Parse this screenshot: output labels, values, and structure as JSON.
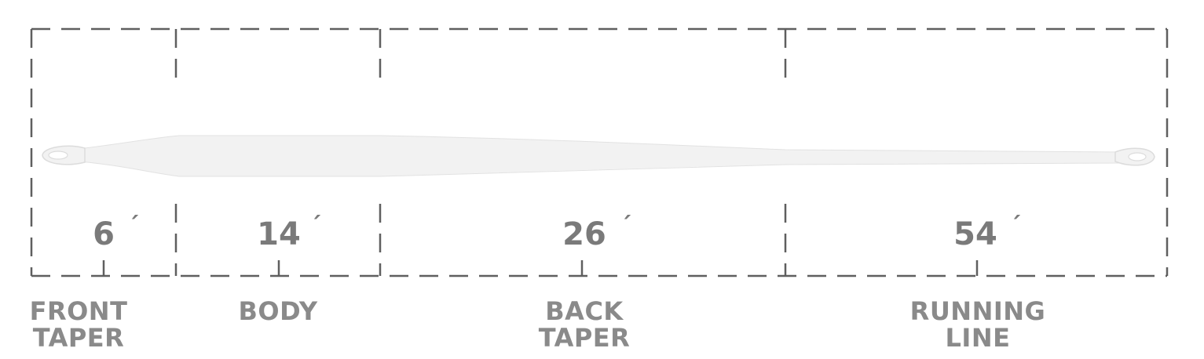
{
  "colors": {
    "dash": "#5f5f5f",
    "line_fill": "#f2f2f2",
    "line_edge": "#dcdcdc",
    "text": "#7a7a7a",
    "label_text": "#8a8a8a"
  },
  "segments": [
    {
      "id": "front-taper",
      "length": "6",
      "unit": "´",
      "label": [
        "FRONT",
        "TAPER"
      ]
    },
    {
      "id": "body",
      "length": "14",
      "unit": "´",
      "label": [
        "BODY"
      ]
    },
    {
      "id": "back-taper",
      "length": "26",
      "unit": "´",
      "label": [
        "BACK",
        "TAPER"
      ]
    },
    {
      "id": "running-line",
      "length": "54",
      "unit": "´",
      "label": [
        "RUNNING",
        "LINE"
      ]
    }
  ]
}
